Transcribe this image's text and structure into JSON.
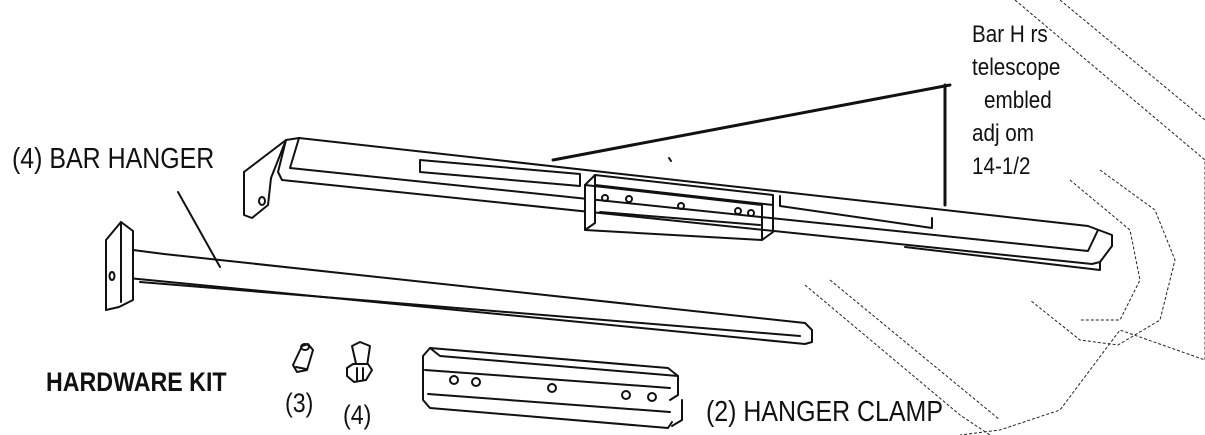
{
  "labels": {
    "bar_hanger": "(4) BAR HANGER",
    "hardware_kit": "HARDWARE KIT",
    "qty_3": "(3)",
    "qty_4": "(4)",
    "hanger_clamp": "(2) HANGER CLAMP"
  },
  "note_lines": [
    "Bar H   rs",
    "telescope",
    "embled",
    "adj      om",
    "14-1/2"
  ],
  "colors": {
    "ink": "#111111",
    "background": "#ffffff"
  },
  "icons": [
    "bar-hanger-illustration",
    "telescoped-assembly-illustration",
    "screw-anchor-icon",
    "screw-icon",
    "hanger-clamp-illustration"
  ]
}
